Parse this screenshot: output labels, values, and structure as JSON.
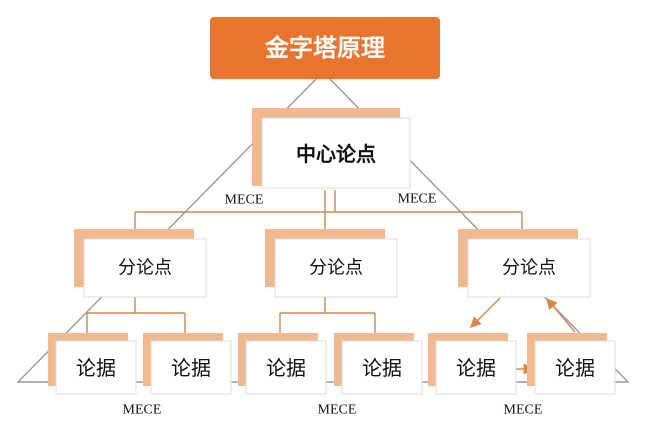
{
  "title": "金字塔原理",
  "central": "中心论点",
  "sub_points": [
    "分论点",
    "分论点",
    "分论点"
  ],
  "evidence": [
    "论据",
    "论据",
    "论据",
    "论据",
    "论据",
    "论据"
  ],
  "mece_labels": {
    "upper_left": "MECE",
    "upper_right": "MECE",
    "bottom_left": "MECE",
    "bottom_middle": "MECE",
    "bottom_right": "MECE"
  },
  "colors": {
    "title_fill": "#e8742e",
    "shadow_fill": "#f2b98e",
    "line": "#c98a52",
    "pyramid": "#999999",
    "arrow": "#d9884a"
  }
}
